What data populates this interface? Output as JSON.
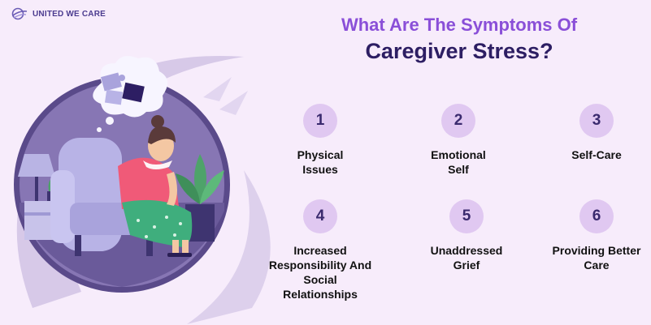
{
  "brand": {
    "name": "UNITED WE CARE",
    "logo": "globe-logo-icon"
  },
  "title": {
    "line1": "What Are The Symptoms Of",
    "line2": "Caregiver Stress?"
  },
  "colors": {
    "accent": "#8a4fd8",
    "heading": "#2d1e63",
    "badge": "#e0c8f1",
    "background": "#f7ecfb"
  },
  "items": [
    {
      "number": "1",
      "label": "Physical Issues"
    },
    {
      "number": "2",
      "label": "Emotional Self"
    },
    {
      "number": "3",
      "label": "Self-Care"
    },
    {
      "number": "4",
      "label": "Increased Responsibility And Social Relationships"
    },
    {
      "number": "5",
      "label": "Unaddressed Grief"
    },
    {
      "number": "6",
      "label": "Providing Better Care"
    }
  ]
}
